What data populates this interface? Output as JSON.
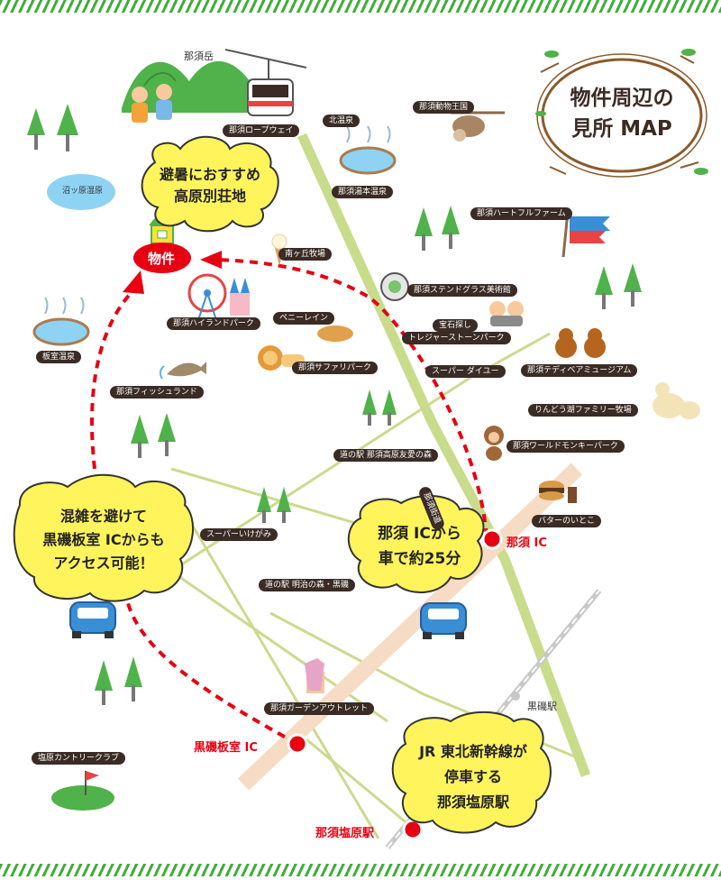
{
  "colors": {
    "road_green": "#c9dc8b",
    "road_peach": "#f6dcc4",
    "road_gray": "#cfcfcf",
    "route_red": "#e60012",
    "bubble_yellow": "#fff45c",
    "label_bg": "#3a2b24",
    "stripe_green": "#3fae3a"
  },
  "title": {
    "line1": "物件周辺の",
    "line2": "見所 MAP"
  },
  "property": {
    "label": "物件",
    "bubble": "避暑におすすめ\n高原別荘地"
  },
  "callouts": {
    "kuroiso": "混雑を避けて\n黒磯板室 ICからも\nアクセス可能！",
    "nasu_ic": "那須 ICから\n車で約25分",
    "jr": "JR 東北新幹線が\n停車する\n那須塩原駅"
  },
  "red_labels": {
    "nasu_ic": "那須 IC",
    "kuroiso_ic": "黒磯板室 IC",
    "nasushiobara": "那須塩原駅"
  },
  "plain_labels": {
    "nasudake": "那須岳",
    "kuroiso_station": "黒磯駅"
  },
  "spots": {
    "ropeway": "那須ロープウェイ",
    "kitaonsen": "北温泉",
    "dobutsu": "那須動物王国",
    "numappara": "沼ッ原湿原",
    "yumoto": "那須湯本温泉",
    "heartful": "那須ハートフルファーム",
    "minamigaoka": "南ヶ丘牧場",
    "stainedglass": "那須ステンドグラス美術館",
    "highland": "那須ハイランドパーク",
    "penny": "ペニーレイン",
    "treasure1": "宝石探し",
    "treasure2": "トレジャーストーンパーク",
    "itamuro": "板室温泉",
    "safari": "那須サファリパーク",
    "superdaiyu": "スーパー ダイユー",
    "teddy": "那須テディベアミュージアム",
    "fishing": "那須フィッシュランド",
    "rindo": "りんどう湖ファミリー牧場",
    "monkey": "那須ワールドモンキーパーク",
    "michinoeki_nasu": "道の駅 那須高原友愛の森",
    "kaido": "那須街道",
    "butter": "バターのいとこ",
    "ikegami": "スーパーいけがみ",
    "michinoeki_meiji": "道の駅 明治の森・黒磯",
    "outlet": "那須ガーデンアウトレット",
    "country": "塩原カントリークラブ"
  }
}
